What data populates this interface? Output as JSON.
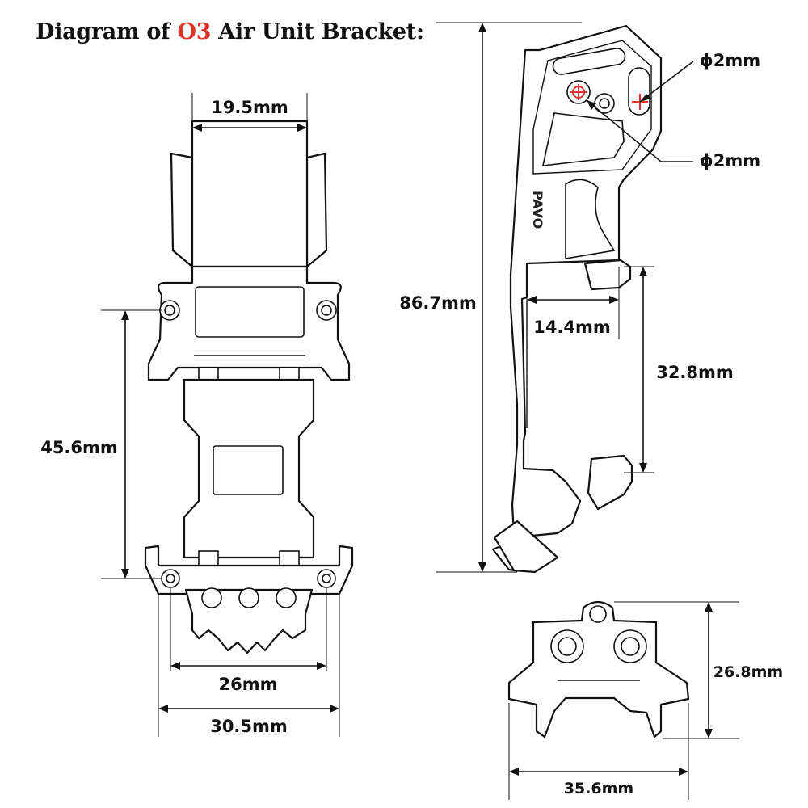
{
  "title": {
    "prefix": "Diagram of ",
    "highlight": "O3",
    "suffix": " Air Unit Bracket:"
  },
  "colors": {
    "accent": "#e0332b",
    "line": "#111111",
    "background": "#ffffff"
  },
  "part_stamp": "PAVO",
  "front_view": {
    "top_width": "19.5mm",
    "mount_hole_spacing": "45.6mm",
    "inner_width": "26mm",
    "outer_width": "30.5mm"
  },
  "side_view": {
    "total_height": "86.7mm",
    "hole_upper": "ϕ2mm",
    "hole_lower": "ϕ2mm",
    "depth": "14.4mm",
    "clip_spacing": "32.8mm"
  },
  "bottom_view": {
    "height": "26.8mm",
    "width": "35.6mm"
  }
}
